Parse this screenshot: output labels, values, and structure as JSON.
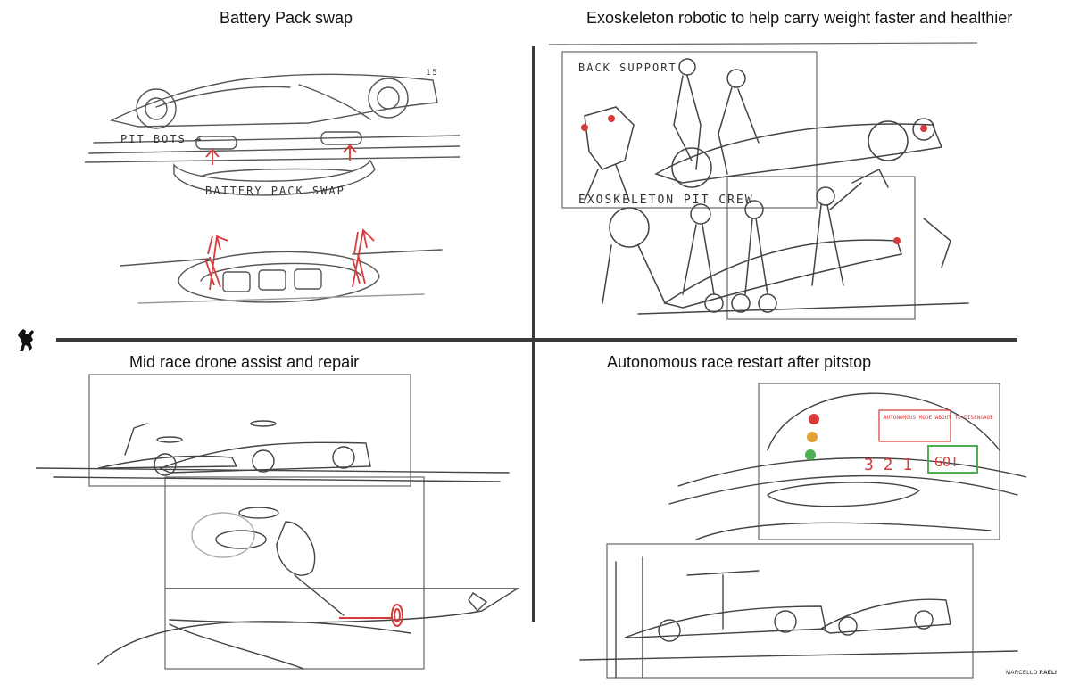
{
  "panels": {
    "top_left": {
      "title": "Battery Pack swap"
    },
    "top_right": {
      "title": "Exoskeleton robotic to help carry weight faster and healthier"
    },
    "bottom_left": {
      "title": "Mid race drone assist and repair"
    },
    "bottom_right": {
      "title": "Autonomous race restart after pitstop"
    }
  },
  "sketch_labels": {
    "pit_bots": "PIT BOTS →",
    "battery_pack_swap": "BATTERY PACK SWAP",
    "back_support": "BACK SUPPORT",
    "exoskeleton_pit_crew": "EXOSKELETON PIT CREW",
    "autonomous_mode": "AUTONOMOUS MODE ABOUT TO DISENGAGE",
    "countdown": "3 2 1",
    "go": "GO!",
    "car_number": "15"
  },
  "signature": {
    "first": "MARCELLO",
    "last": "RAELI"
  },
  "icons": {
    "brand": "prancing-horse-icon"
  },
  "colors": {
    "accent_red": "#d63a3a",
    "accent_green": "#4caf50",
    "pencil": "#555555"
  }
}
